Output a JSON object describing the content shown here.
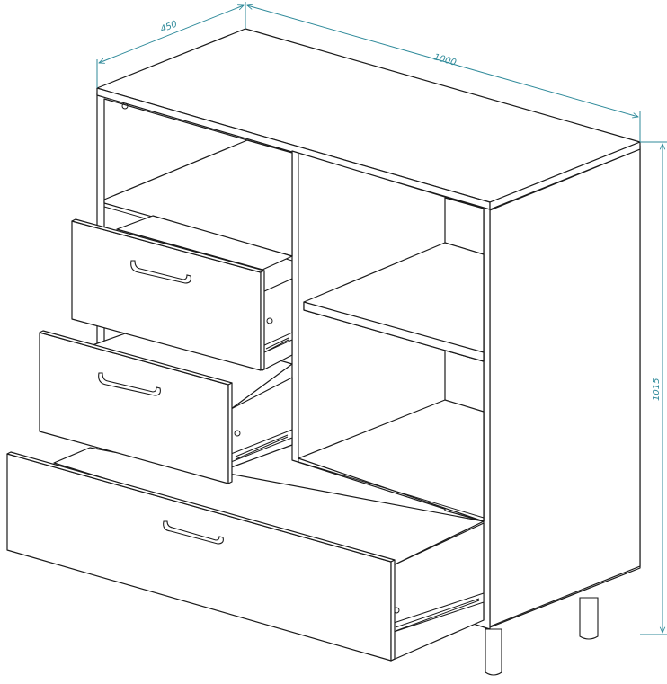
{
  "dimensions": {
    "depth_label": "450",
    "width_label": "1000",
    "height_label": "1015"
  },
  "colors": {
    "line": "#1a1a1a",
    "dimension_line": "#2f8a9a",
    "background": "#ffffff"
  }
}
